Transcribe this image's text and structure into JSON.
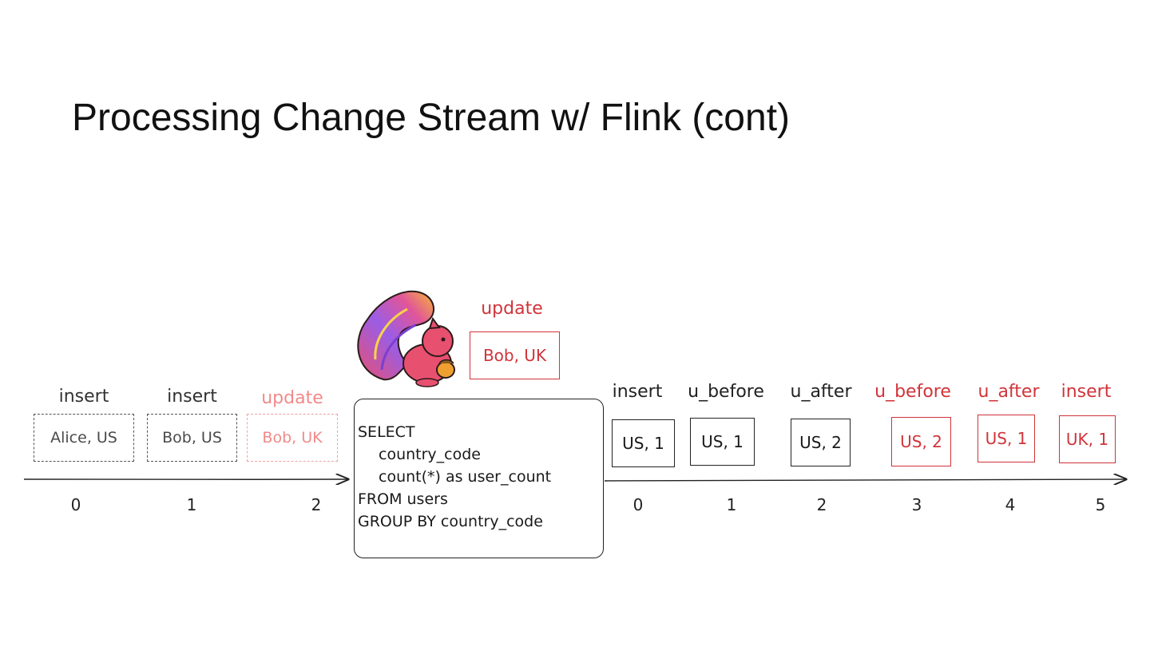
{
  "title": "Processing Change Stream w/ Flink (cont)",
  "input": {
    "events": [
      {
        "op": "insert",
        "value": "Alice, US",
        "pos": "0"
      },
      {
        "op": "insert",
        "value": "Bob, US",
        "pos": "1"
      },
      {
        "op": "update",
        "value": "Bob, UK",
        "pos": "2"
      }
    ]
  },
  "pending_event": {
    "op": "update",
    "value": "Bob, UK"
  },
  "query": {
    "lines": [
      "SELECT",
      "country_code",
      "count(*) as user_count",
      "FROM users",
      "GROUP BY country_code"
    ]
  },
  "output": {
    "events": [
      {
        "op": "insert",
        "value": "US, 1",
        "pos": "0"
      },
      {
        "op": "u_before",
        "value": "US, 1",
        "pos": "1"
      },
      {
        "op": "u_after",
        "value": "US, 2",
        "pos": "2"
      },
      {
        "op": "u_before",
        "value": "US, 2",
        "pos": "3"
      },
      {
        "op": "u_after",
        "value": "US, 1",
        "pos": "4"
      },
      {
        "op": "insert",
        "value": "UK, 1",
        "pos": "5"
      }
    ]
  },
  "colors": {
    "highlight": "#d0343a",
    "faded": "#f08a8a",
    "ink": "#222222",
    "flink_logo": "#e8506f"
  },
  "icons": {
    "logo": "flink-squirrel-icon"
  }
}
